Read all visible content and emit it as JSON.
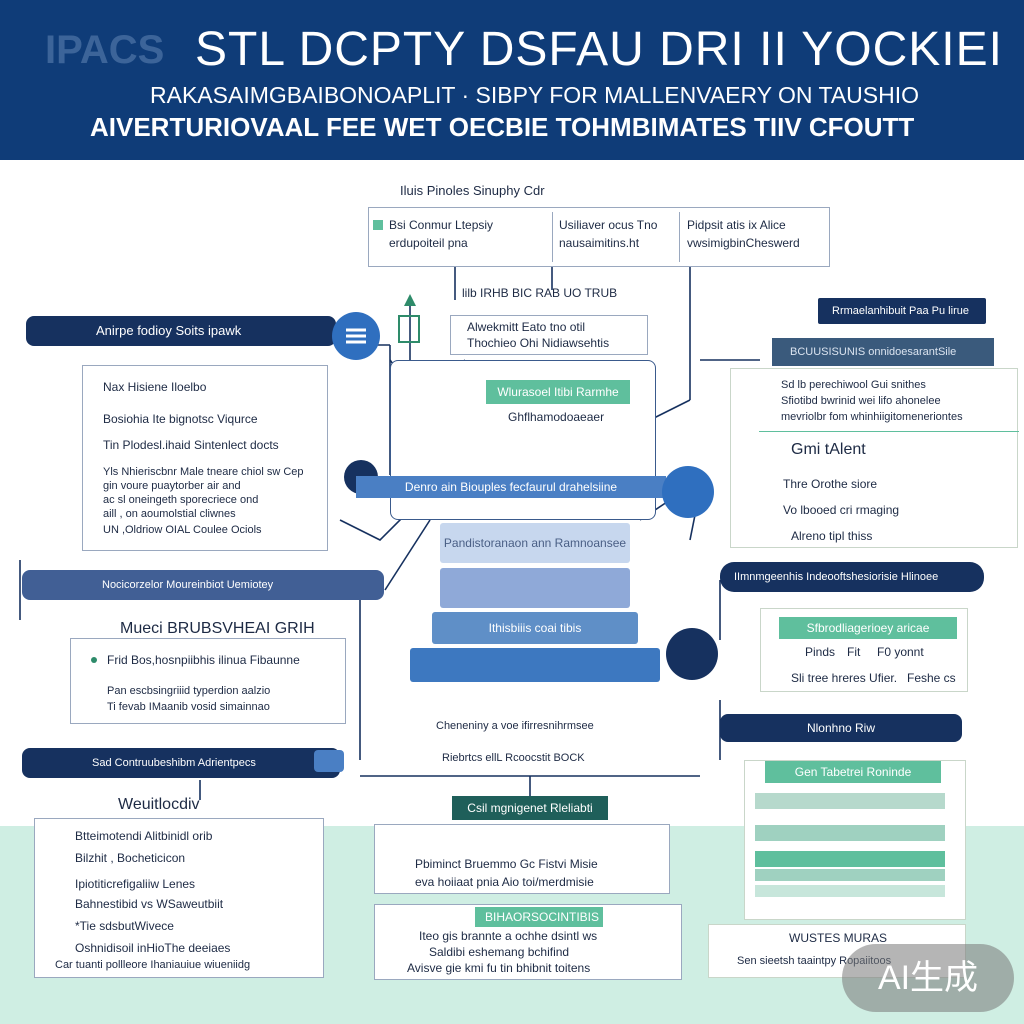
{
  "header": {
    "logo_text": "IPACS",
    "title": "STL DCPTY DSFAU DRI II YOCKIEI",
    "subtitle1": "RAKASAIMGBAIBONOAPLIT · SIBPY FOR MALLENVAERY ON TAUSHIO",
    "subtitle2": "AIVERTURIOVAAL FEE WET OECBIE TOHMBIMATES TIIV CFOUTT"
  },
  "top": {
    "caption": "Iluis Pinoles Sinuphy Cdr",
    "cells": [
      {
        "line1": "Bsi Conmur Ltepsiy",
        "line2": "erdupoiteil pna"
      },
      {
        "line1": "Usiliaver ocus Tno",
        "line2": "nausaimitins.ht"
      },
      {
        "line1": "Pidpsit atis ix Alice",
        "line2": "vwsimigbinCheswerd"
      }
    ],
    "flow_caption": "lilb IRHB BIC RAB UO TRUB"
  },
  "left_panel_1": {
    "header": "Anirpe fodioy Soits ipawk",
    "lines": [
      "Nax Hisiene Iloelbo",
      "Bosiohia Ite bignotsc Viqurce",
      "Tin Plodesl.ihaid Sintenlect docts",
      "Yls Nhieriscbnr Male tneare chiol sw Cep",
      "gin voure puaytorber air and",
      "ac sl oneingeth sporecriece ond",
      "aill , on aoumolstial cliwnes",
      "UN ,Oldriow OIAL Coulee Ociols"
    ]
  },
  "left_bar": "Nocicorzelor Moureinbiot Uemiotey",
  "left_panel_2": {
    "title": "Mueci BRUBSVHEAI GRIH",
    "lines": [
      "Frid Bos,hosnpiibhis ilinua Fibaunne",
      "Pan escbsingriiid typerdion aalzio",
      "Ti fevab IMaanib vosid simainnao"
    ]
  },
  "left_bar_2": {
    "label": "Sad Contruubeshibm Adrientpecs"
  },
  "left_panel_3": {
    "title": "Weuitlocdiv",
    "lines": [
      "Btteimotendi Alitbinidl orib",
      "Bilzhit , Bocheticicon",
      "Ipiotiticrefigaliiw Lenes",
      "Bahnestibid vs WSaweutbiit",
      "*Tie sdsbutWivece",
      "Oshnidisoil inHioThe deeiaes",
      "Car tuanti pollleore Ihaniauiue wiueniidg"
    ]
  },
  "center": {
    "box_lines": [
      "Alwekmitt Eato tno otil",
      "Thochieo Ohi Nidiawsehtis"
    ],
    "teal_bar": "Wlurasoel Itibi Rarmhe",
    "sub": "Ghflhamodoaeaer",
    "blue_bar": "Denro ain Biouples fecfaurul drahelsiine",
    "stack": [
      "Pandistoranaon ann Ramnoansee",
      "",
      "Ithisbiiis coai tibis",
      ""
    ],
    "caption1": "Cheneniny a voe ifirresnihrmsee",
    "caption2": "Riebrtcs ellL Rcoocstit BOCK"
  },
  "center_bottom_1": {
    "header": "Csil mgnigenet Rleliabti",
    "lines": [
      "Pbiminct Bruemmo Gc Fistvi Misie",
      "eva hoiiaat pnia Aio toi/merdmisie"
    ]
  },
  "center_bottom_2": {
    "header": "BIHAORSOCINTIBIS",
    "lines": [
      "Iteo gis brannte a ochhe dsintl ws",
      "Saldibi eshemang bchifind",
      "Avisve gie kmi fu tin bhibnit toitens"
    ]
  },
  "right_panel_1": {
    "tab_top": "Rrmaelanhibuit Paa Pu lirue",
    "header": "BCUUSISUNIS onnidoesarantSile",
    "lines": [
      "Sd lb perechiwool Gui snithes",
      "Sfiotibd bwrinid wei lifo ahonelee",
      "mevriolbr fom whinhiigitomeneriontes"
    ],
    "section": "Gmi tAlent",
    "items": [
      "Thre Orothe siore",
      "Vo lbooed cri rmaging",
      "Alreno tipl thiss"
    ]
  },
  "right_bar": "IImnmgeenhis Indeooftshesiorisie Hlinoee",
  "right_panel_2": {
    "teal": "Sfbrodliagerioey aricae",
    "row1": [
      "Pinds",
      "Fit",
      "F0 yonnt"
    ],
    "row2": [
      "Sli tree hreres Ufier.",
      "Feshe cs"
    ]
  },
  "right_bar_2": "Nlonhno Riw",
  "right_panel_3": {
    "teal": "Gen Tabetrei Roninde",
    "items": [
      "",
      "",
      "",
      "",
      ""
    ],
    "footer": [
      "WUSTES MURAS",
      "Sen sieetsh taaintpy Ropaiitoos"
    ]
  },
  "watermark": "AI生成",
  "colors": {
    "navy": "#0f3c78",
    "dark_navy": "#16315f",
    "teal": "#5fbf9d",
    "blue": "#4a7fc4",
    "mint": "#cfeee3"
  }
}
